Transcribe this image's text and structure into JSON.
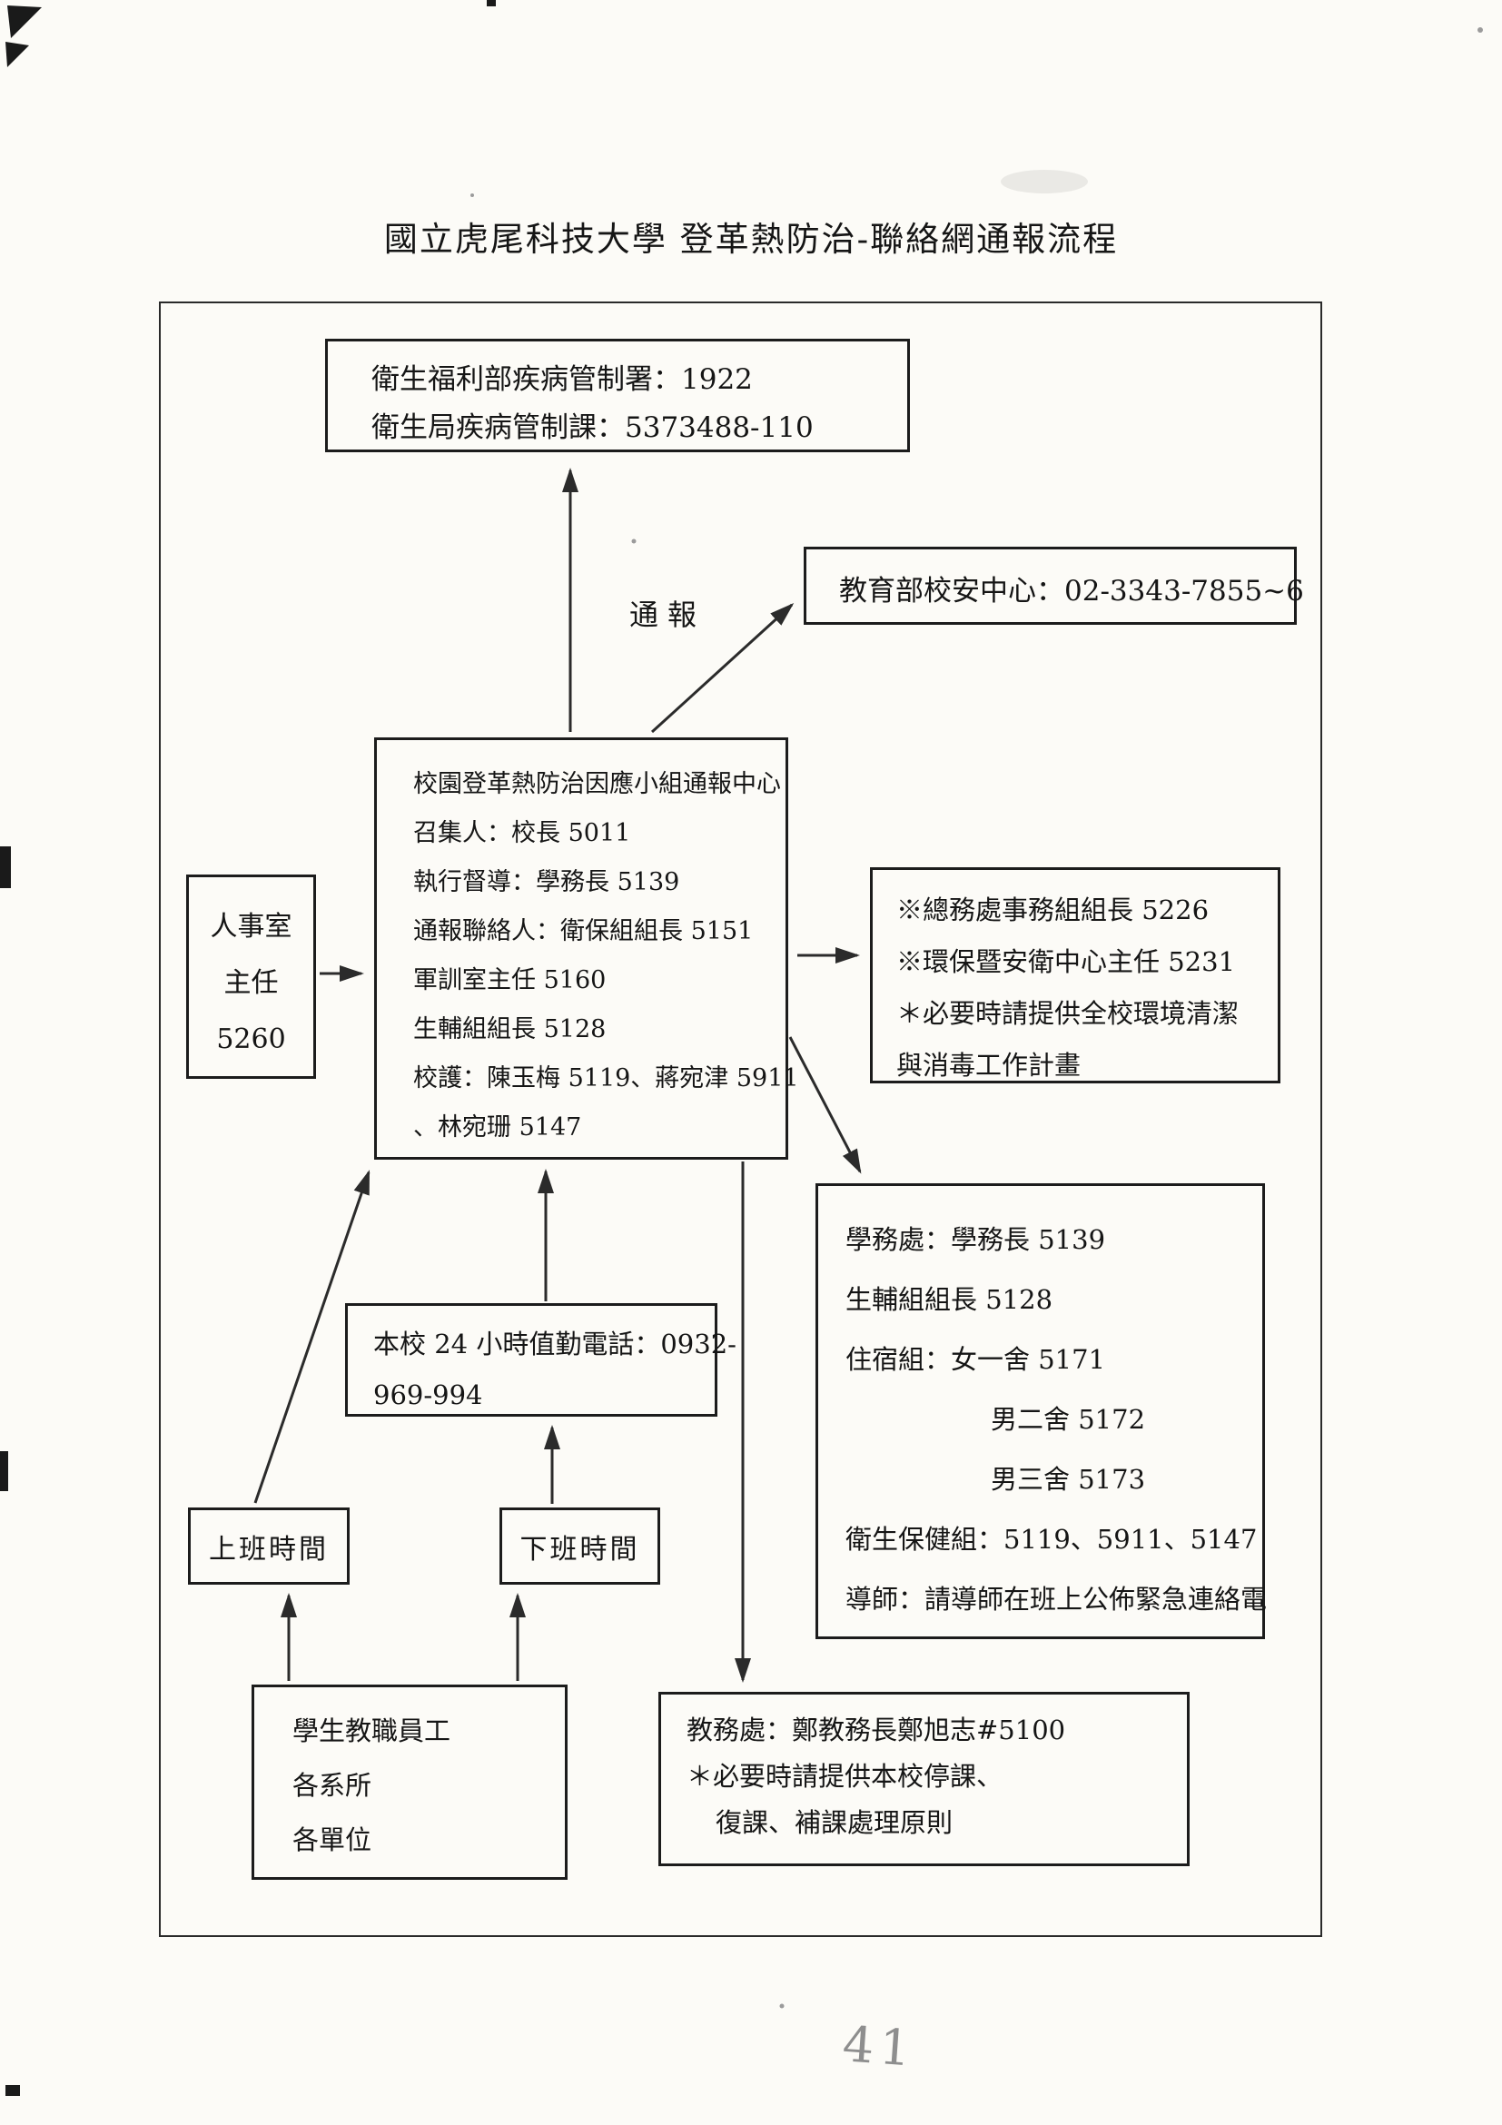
{
  "page": {
    "title": "國立虎尾科技大學 登革熱防治-聯絡網通報流程",
    "page_number": "41"
  },
  "labels": {
    "notify": "通報"
  },
  "boxes": {
    "health_dept": {
      "lines": [
        "衛生福利部疾病管制署：1922",
        "衛生局疾病管制課：5373488-110"
      ]
    },
    "moe_center": {
      "lines": [
        "教育部校安中心：02-3343-7855~6"
      ]
    },
    "center": {
      "lines": [
        "校園登革熱防治因應小組通報中心",
        "召集人：校長 5011",
        "執行督導：學務長 5139",
        "通報聯絡人：衛保組組長 5151",
        "軍訓室主任 5160",
        "生輔組組長 5128",
        "校護：陳玉梅 5119、蔣宛津 5911",
        "、林宛珊 5147"
      ]
    },
    "personnel": {
      "lines": [
        "人事室",
        "主任",
        "5260"
      ]
    },
    "general_affairs": {
      "lines": [
        "※總務處事務組組長 5226",
        "※環保暨安衛中心主任 5231",
        "＊必要時請提供全校環境清潔",
        "與消毒工作計畫"
      ]
    },
    "student_affairs": {
      "lines": [
        "學務處：學務長 5139",
        "生輔組組長 5128",
        "住宿組：女一舍 5171",
        "男二舍 5172",
        "男三舍 5173",
        "衛生保健組：5119、5911、5147",
        "導師：請導師在班上公佈緊急連絡電"
      ]
    },
    "phone24": {
      "lines": [
        "本校 24 小時值勤電話：0932-",
        "969-994"
      ]
    },
    "work_hours": {
      "lines": [
        "上班時間"
      ]
    },
    "off_hours": {
      "lines": [
        "下班時間"
      ]
    },
    "staff": {
      "lines": [
        "學生教職員工",
        "各系所",
        "各單位"
      ]
    },
    "academic_affairs": {
      "lines": [
        "教務處：鄭教務長鄭旭志#5100",
        "＊必要時請提供本校停課、",
        "復課、補課處理原則"
      ]
    }
  }
}
